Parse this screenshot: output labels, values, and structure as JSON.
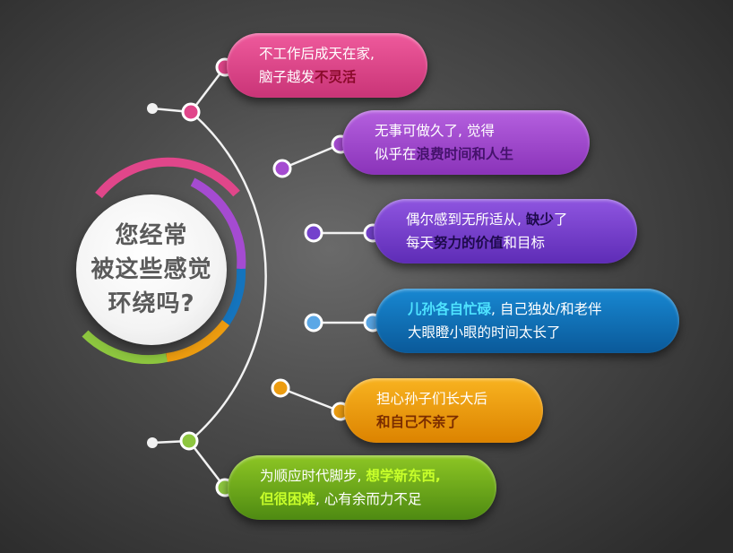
{
  "center": {
    "lines": [
      "您经常",
      "被这些感觉",
      "环绕吗?"
    ]
  },
  "items": [
    {
      "color": "#e0468a",
      "lines": [
        [
          {
            "t": "不工作后成天在家,"
          }
        ],
        [
          {
            "t": "脑子越发"
          },
          {
            "t": "不灵活",
            "hl": "maroon"
          }
        ]
      ]
    },
    {
      "color": "#a54bd1",
      "lines": [
        [
          {
            "t": "无事可做久了, 觉得"
          }
        ],
        [
          {
            "t": "似乎在"
          },
          {
            "t": "浪费时间和人生",
            "hl": "purple"
          }
        ]
      ]
    },
    {
      "color": "#7442cc",
      "lines": [
        [
          {
            "t": "偶尔感到无所适从, "
          },
          {
            "t": "缺少",
            "hl": "dark"
          },
          {
            "t": "了"
          }
        ],
        [
          {
            "t": "每天"
          },
          {
            "t": "努力的价值",
            "hl": "dark"
          },
          {
            "t": "和目标"
          }
        ]
      ]
    },
    {
      "color": "#1574bd",
      "lines": [
        [
          {
            "t": "儿孙各自忙碌",
            "hl": "cyan"
          },
          {
            "t": ", 自己独处/和老伴"
          }
        ],
        [
          {
            "t": "大眼瞪小眼的时间太长了"
          }
        ]
      ]
    },
    {
      "color": "#ec9c10",
      "lines": [
        [
          {
            "t": "担心孙子们长大后"
          }
        ],
        [
          {
            "t": "和自己不亲了",
            "hl": "brown"
          }
        ]
      ]
    },
    {
      "color": "#6aa81a",
      "lines": [
        [
          {
            "t": "为顺应时代脚步, "
          },
          {
            "t": "想学新东西,",
            "hl": "lime"
          }
        ],
        [
          {
            "t": "但很困难",
            "hl": "lime"
          },
          {
            "t": ", 心有余而力不足"
          }
        ]
      ]
    }
  ],
  "ring_colors": [
    "#a54bd1",
    "#1574bd",
    "#ec9c10",
    "#8dc63f",
    "#e0468a"
  ],
  "node_colors": [
    "#e0468a",
    "#e0468a",
    "#a54bd1",
    "#a54bd1",
    "#7442cc",
    "#7442cc",
    "#5aa7e6",
    "#5aa7e6",
    "#ec9c10",
    "#ec9c10",
    "#8dc63f",
    "#8dc63f"
  ]
}
